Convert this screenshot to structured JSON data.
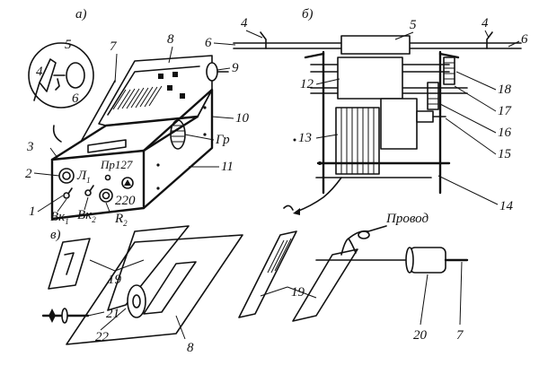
{
  "panels": {
    "a": "а)",
    "b": "б)",
    "v": "в)"
  },
  "labels_a": {
    "n1": "1",
    "n2": "2",
    "n3": "3",
    "n4": "4",
    "n5": "5",
    "n6": "6",
    "n7": "7",
    "n8": "8",
    "n9": "9",
    "n10": "10",
    "n11": "11",
    "gr": "Гр",
    "l1": "Л",
    "l1_sub": "1",
    "pr127": "Пр127",
    "v220": "220",
    "vk1": "Вк",
    "vk1_sub": "1",
    "vk2": "Вк",
    "vk2_sub": "2",
    "r2": "R",
    "r2_sub": "2"
  },
  "labels_b": {
    "n4l": "4",
    "n4r": "4",
    "n5": "5",
    "n6l": "6",
    "n6r": "6",
    "n12": "12",
    "n13": "13",
    "n14": "14",
    "n15": "15",
    "n16": "16",
    "n17": "17",
    "n18": "18"
  },
  "labels_v": {
    "n19a": "19",
    "n19b": "19",
    "n20": "20",
    "n7": "7",
    "n8": "8",
    "n21": "21",
    "n22": "22",
    "wire": "Провод"
  }
}
